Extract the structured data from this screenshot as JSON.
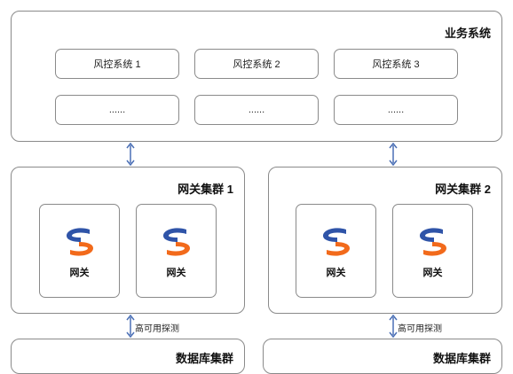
{
  "business_system": {
    "title": "业务系统",
    "row1": [
      "风控系统 1",
      "风控系统 2",
      "风控系统 3"
    ],
    "row2": [
      "......",
      "......",
      "......"
    ]
  },
  "gateway_clusters": [
    {
      "title": "网关集群 1",
      "nodes": [
        "网关",
        "网关"
      ]
    },
    {
      "title": "网关集群 2",
      "nodes": [
        "网关",
        "网关"
      ]
    }
  ],
  "probe_label": "高可用探测",
  "db_clusters": [
    {
      "title": "数据库集群"
    },
    {
      "title": "数据库集群"
    }
  ],
  "colors": {
    "accent_blue": "#2f54a8",
    "accent_orange": "#f26a1b",
    "border": "#8a8a8a",
    "arrow": "#4a6fb5"
  }
}
